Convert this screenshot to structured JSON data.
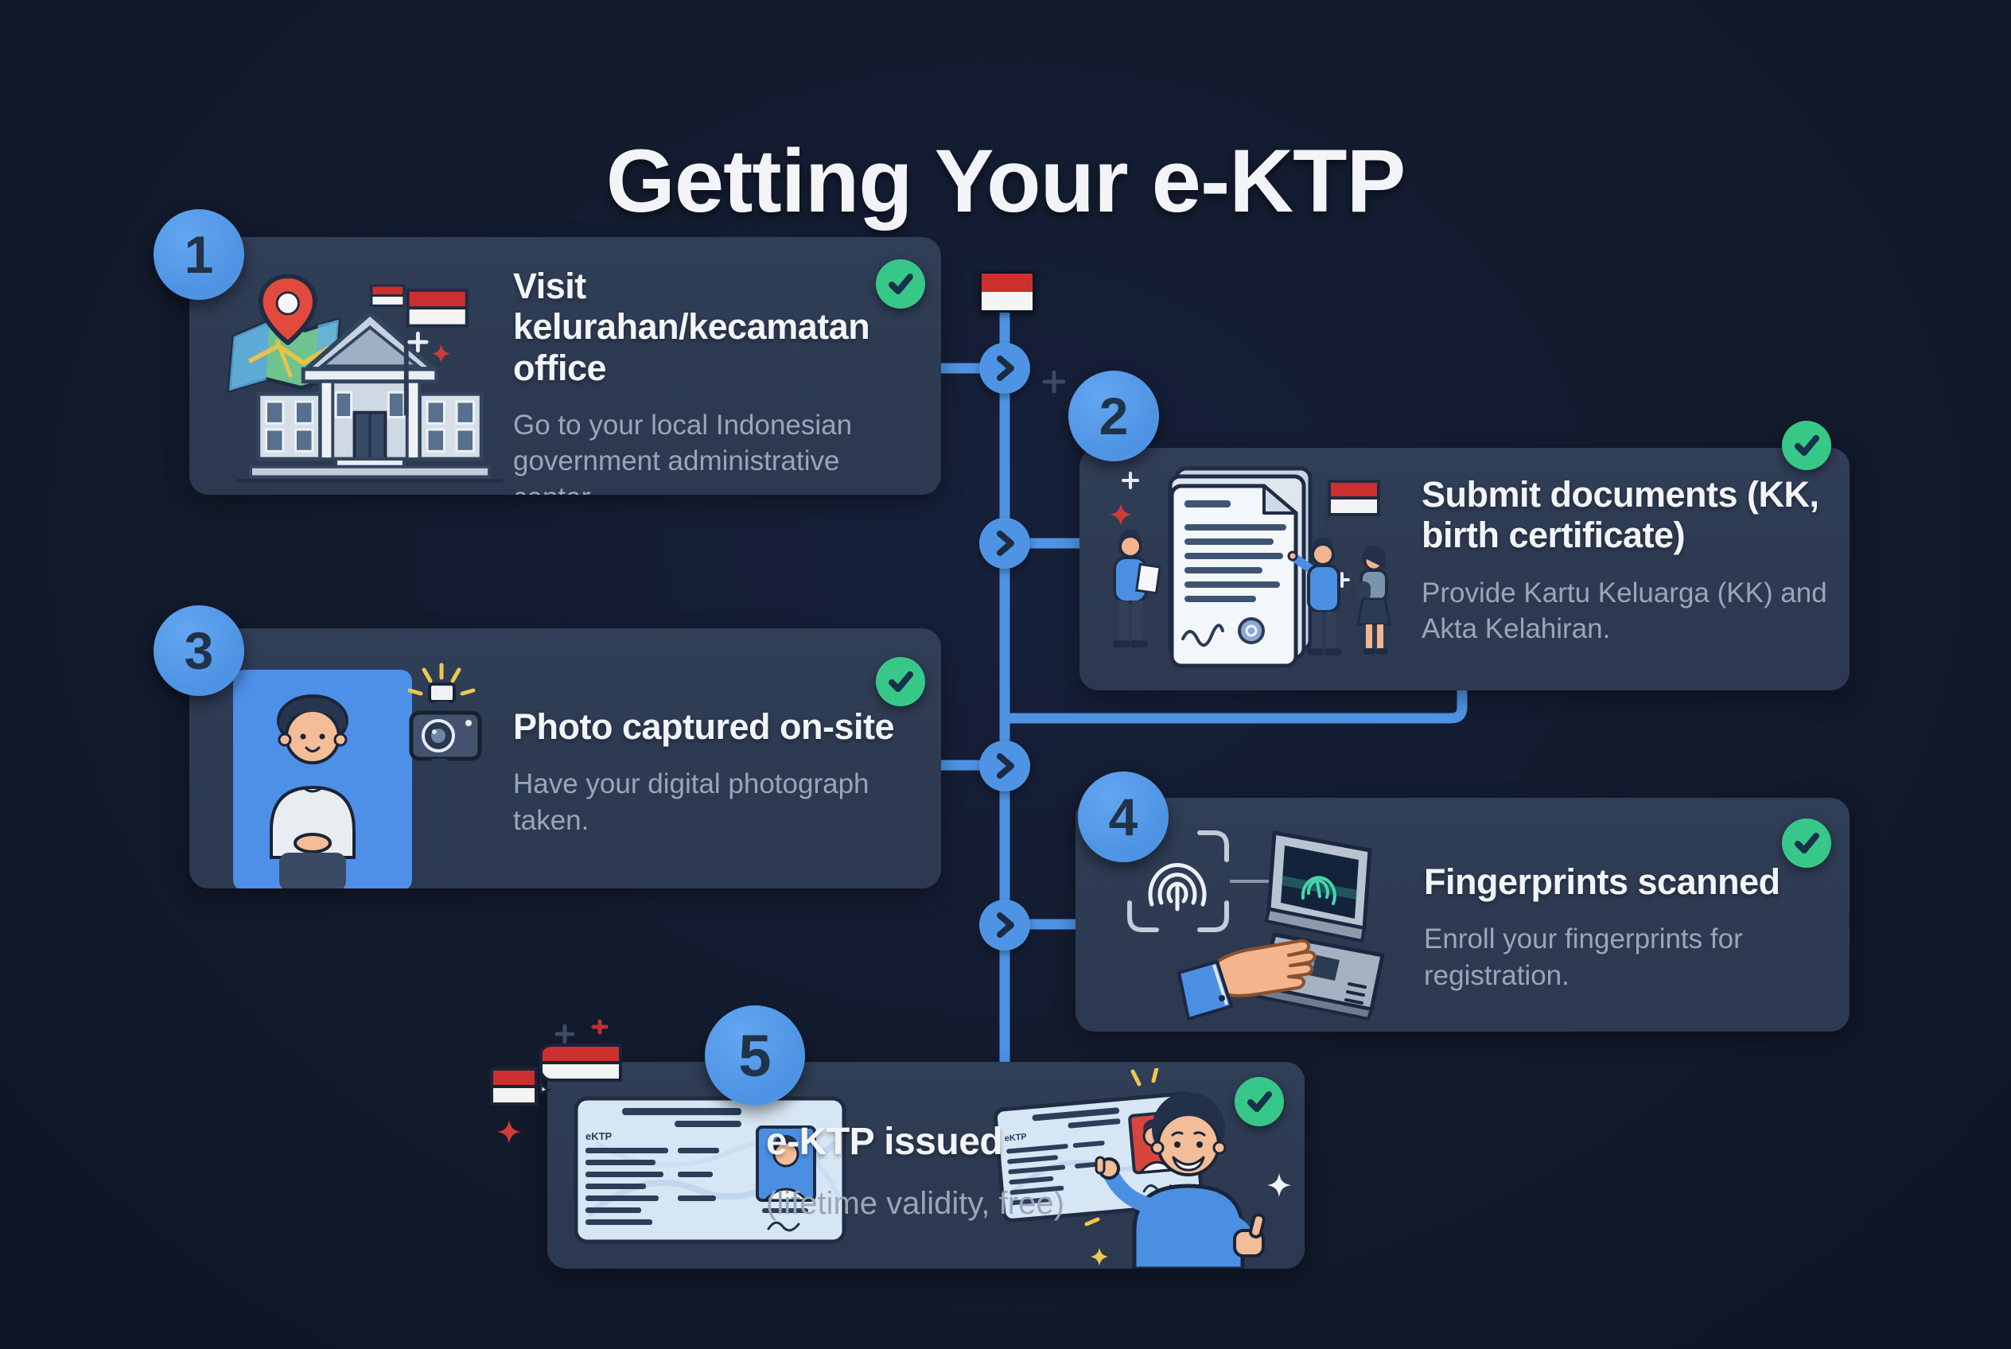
{
  "title": "Getting Your e-KTP",
  "colors": {
    "bg": "#121a2c",
    "card": "#2c3950",
    "accent": "#4f94e4",
    "green": "#37c889",
    "title": "#f2f4f7",
    "heading": "#f2f4f7",
    "desc": "#9aa6b8",
    "num": "#203349",
    "flagRed": "#cd2f2f",
    "flagWhite": "#f4f4f4"
  },
  "icons": {
    "status": "check-circle",
    "timeline_node": "chevron-right-circle",
    "timeline_start": "indonesian-flag"
  },
  "id_card": {
    "label": "eKTP"
  },
  "steps": [
    {
      "number": "1",
      "title": "Visit kelurahan/kecamatan office",
      "description": "Go to your local Indonesian government administrative center.",
      "illustration": "government-building-with-map-pin-and-indonesian-flags"
    },
    {
      "number": "2",
      "title": "Submit documents (KK, birth certificate)",
      "description": "Provide Kartu Keluarga (KK) and Akta Kelahiran.",
      "illustration": "stacked-documents-with-people-and-indonesian-flag"
    },
    {
      "number": "3",
      "title": "Photo captured on-site",
      "description": "Have your digital photograph taken.",
      "illustration": "person-on-blue-backdrop-with-camera-tripod"
    },
    {
      "number": "4",
      "title": "Fingerprints scanned",
      "description": "Enroll your fingerprints for registration.",
      "illustration": "hand-on-fingerprint-scanner-kiosk"
    },
    {
      "number": "5",
      "title": "e-KTP issued",
      "description": "(lifetime validity, free)",
      "illustration": "e-ktp-id-cards-with-thumbs-up-person"
    }
  ]
}
